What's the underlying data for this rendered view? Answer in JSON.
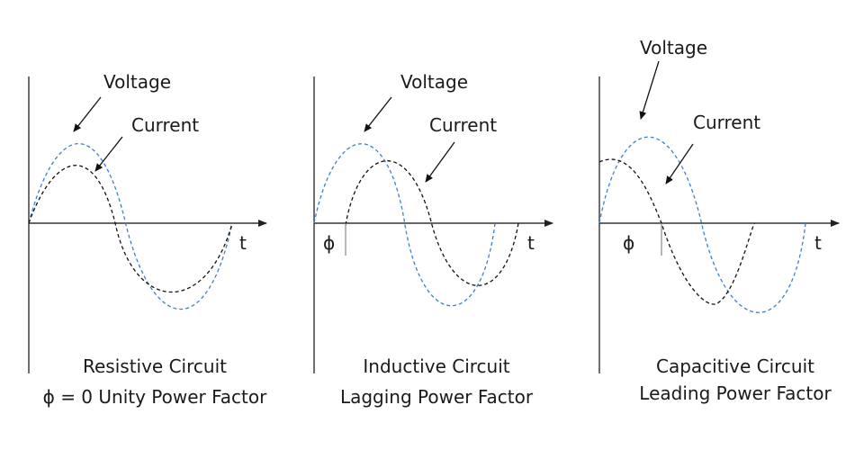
{
  "panels": [
    {
      "voltage_label": "Voltage",
      "current_label": "Current",
      "axis_label": "t",
      "phase_label": "",
      "caption_line1": "Resistive Circuit",
      "caption_line2": "ϕ = 0  Unity Power Factor"
    },
    {
      "voltage_label": "Voltage",
      "current_label": "Current",
      "axis_label": "t",
      "phase_label": "ϕ",
      "caption_line1": "Inductive Circuit",
      "caption_line2": "Lagging Power Factor"
    },
    {
      "voltage_label": "Voltage",
      "current_label": "Current",
      "axis_label": "t",
      "phase_label": "ϕ",
      "caption_line1": "Capacitive Circuit",
      "caption_line2": "Leading Power Factor"
    }
  ],
  "colors": {
    "voltage": "#3d7fd0",
    "current": "#111111",
    "axis": "#333333"
  }
}
